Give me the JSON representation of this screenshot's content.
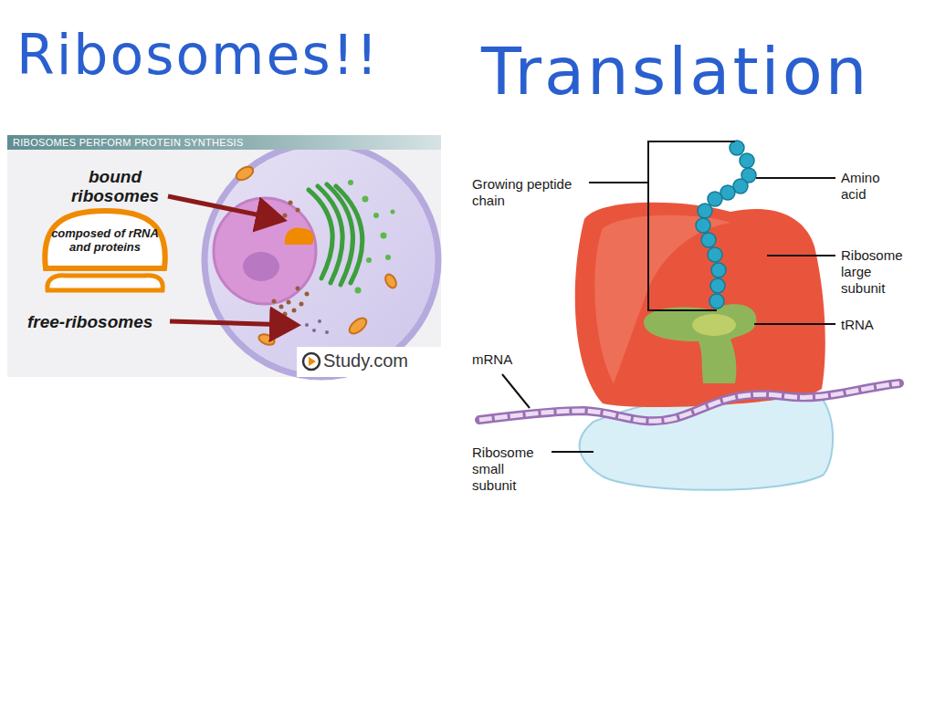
{
  "diagram": {
    "title": "Ribosomes!!",
    "nodes": [
      {
        "text": [
          "RIBOSOMES PERFORM PROTEIN SYNTHESIS"
        ]
      },
      {
        "text": [
          "composed of rRNA and proteins"
        ]
      }
    ],
    "labels": [
      "Translation",
      "bound ribosomes",
      "free-ribosomes",
      "Study.com",
      "Growing peptide chain",
      "Amino acid",
      "Ribosome large subunit",
      "tRNA",
      "mRNA",
      "Ribosome small subunit"
    ]
  }
}
